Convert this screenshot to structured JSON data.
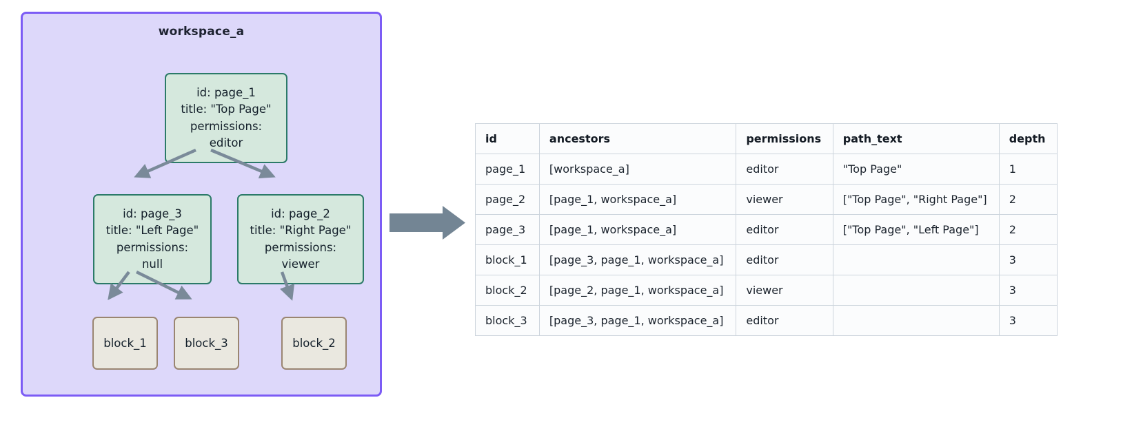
{
  "workspace": {
    "title": "workspace_a",
    "panel_color": "#ddd8fa",
    "panel_border_color": "#7c5cf5",
    "nodes": [
      {
        "key": "page_1",
        "kind": "page",
        "line1": "id: page_1",
        "line2": "title: \"Top Page\"",
        "line3": "permissions:",
        "line4": "editor"
      },
      {
        "key": "page_3",
        "kind": "page",
        "line1": "id: page_3",
        "line2": "title: \"Left Page\"",
        "line3": "permissions:",
        "line4": "null"
      },
      {
        "key": "page_2",
        "kind": "page",
        "line1": "id: page_2",
        "line2": "title: \"Right Page\"",
        "line3": "permissions:",
        "line4": "viewer"
      },
      {
        "key": "block_1",
        "kind": "block",
        "label": "block_1"
      },
      {
        "key": "block_3",
        "kind": "block",
        "label": "block_3"
      },
      {
        "key": "block_2",
        "kind": "block",
        "label": "block_2"
      }
    ],
    "edges": [
      {
        "from": "page_1",
        "to": "page_3"
      },
      {
        "from": "page_1",
        "to": "page_2"
      },
      {
        "from": "page_3",
        "to": "block_1"
      },
      {
        "from": "page_3",
        "to": "block_3"
      },
      {
        "from": "page_2",
        "to": "block_2"
      }
    ],
    "page_node_fill": "#d5e8dd",
    "page_node_border": "#2b7a68",
    "block_node_fill": "#eae8e0",
    "block_node_border": "#9a8571",
    "edge_color": "#7a8a99"
  },
  "flow_arrow": {
    "icon": "right-arrow-icon",
    "color": "#738594"
  },
  "result_table": {
    "columns": [
      "id",
      "ancestors",
      "permissions",
      "path_text",
      "depth"
    ],
    "rows": [
      {
        "id": "page_1",
        "ancestors": "[workspace_a]",
        "permissions": "editor",
        "path_text": "\"Top Page\"",
        "depth": "1"
      },
      {
        "id": "page_2",
        "ancestors": "[page_1, workspace_a]",
        "permissions": "viewer",
        "path_text": "[\"Top Page\", \"Right Page\"]",
        "depth": "2"
      },
      {
        "id": "page_3",
        "ancestors": "[page_1, workspace_a]",
        "permissions": "editor",
        "path_text": "[\"Top Page\", \"Left Page\"]",
        "depth": "2"
      },
      {
        "id": "block_1",
        "ancestors": "[page_3, page_1, workspace_a]",
        "permissions": "editor",
        "path_text": "",
        "depth": "3"
      },
      {
        "id": "block_2",
        "ancestors": "[page_2, page_1, workspace_a]",
        "permissions": "viewer",
        "path_text": "",
        "depth": "3"
      },
      {
        "id": "block_3",
        "ancestors": "[page_3, page_1, workspace_a]",
        "permissions": "editor",
        "path_text": "",
        "depth": "3"
      }
    ]
  }
}
